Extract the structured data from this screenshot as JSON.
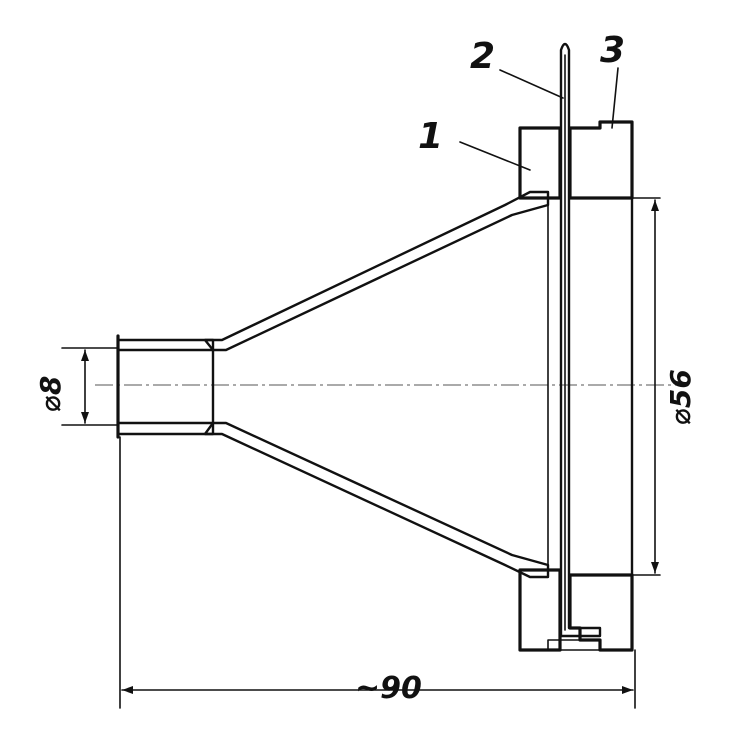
{
  "labels": {
    "part1": "1",
    "part2": "2",
    "part3": "3"
  },
  "dimensions": {
    "inlet_diameter": "⌀8",
    "outlet_diameter": "⌀56",
    "length": "~90"
  },
  "colors": {
    "ink": "#111111",
    "background": "#ffffff"
  }
}
